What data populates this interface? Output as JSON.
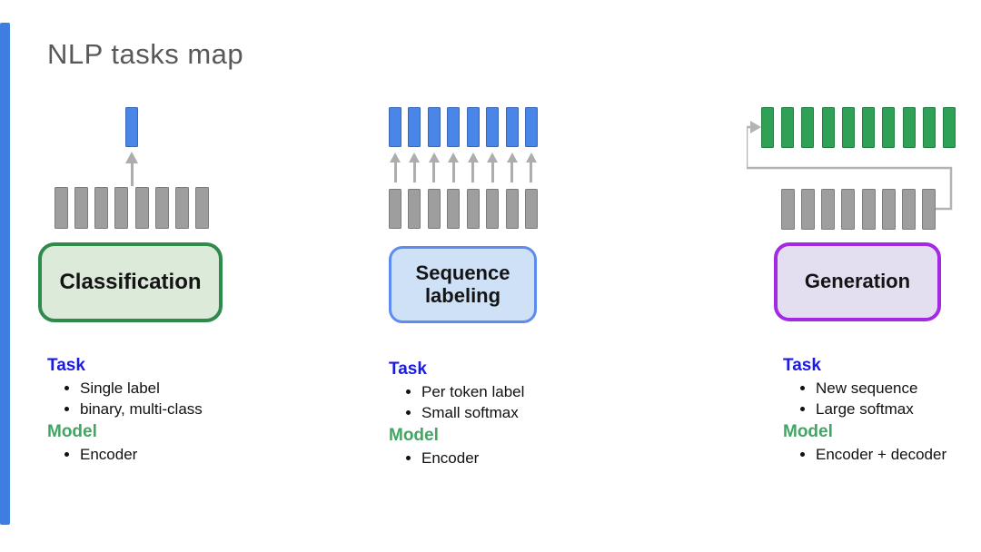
{
  "title": "NLP tasks map",
  "colors": {
    "accent_bar": "#3d7ee0",
    "blue_bar": "#4a85e8",
    "gray_bar": "#9e9e9e",
    "green_bar": "#2ea157",
    "arrow_gray": "#adadad",
    "task_heading": "#1b1ae0",
    "model_heading": "#42a564",
    "classification_border": "#2f8b4c",
    "classification_fill": "#dceada",
    "sequence_border": "#5d8cee",
    "sequence_fill": "#cfe1f6",
    "generation_border": "#a429e3",
    "generation_fill": "#e4dff0"
  },
  "columns": [
    {
      "label": "Classification",
      "diagram": {
        "output_bars": 1,
        "output_color": "blue_bar",
        "arrows": 1,
        "input_bars": 8,
        "input_color": "gray_bar"
      },
      "task_heading": "Task",
      "task_items": [
        "Single label",
        "binary, multi-class"
      ],
      "model_heading": "Model",
      "model_items": [
        "Encoder"
      ]
    },
    {
      "label": "Sequence labeling",
      "diagram": {
        "output_bars": 8,
        "output_color": "blue_bar",
        "arrows": 8,
        "input_bars": 8,
        "input_color": "gray_bar"
      },
      "task_heading": "Task",
      "task_items": [
        "Per token label",
        "Small softmax"
      ],
      "model_heading": "Model",
      "model_items": [
        "Encoder"
      ]
    },
    {
      "label": "Generation",
      "diagram": {
        "output_bars": 10,
        "output_color": "green_bar",
        "loop_arrow": true,
        "input_bars": 8,
        "input_color": "gray_bar"
      },
      "task_heading": "Task",
      "task_items": [
        "New sequence",
        "Large softmax"
      ],
      "model_heading": "Model",
      "model_items": [
        "Encoder + decoder"
      ]
    }
  ]
}
